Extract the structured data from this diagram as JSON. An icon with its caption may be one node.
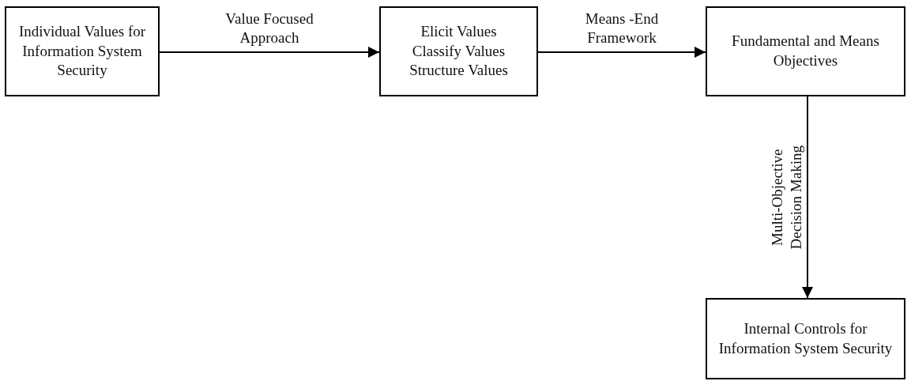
{
  "diagram": {
    "nodes": [
      {
        "text": [
          "Individual Values for Information System Security"
        ]
      },
      {
        "text": [
          "Elicit Values",
          "Classify Values",
          "Structure Values"
        ]
      },
      {
        "text": [
          "Fundamental and Means Objectives"
        ]
      },
      {
        "text": [
          "Internal Controls  for Information System Security"
        ]
      }
    ],
    "edges": [
      {
        "from": 0,
        "to": 1,
        "arrow": "to",
        "label": "Value Focused Approach"
      },
      {
        "from": 1,
        "to": 2,
        "arrow": "to",
        "label": "Means -End Framework"
      },
      {
        "from": 2,
        "to": 3,
        "arrow": "to",
        "label": "Multi-Objective Decision Making"
      }
    ]
  }
}
